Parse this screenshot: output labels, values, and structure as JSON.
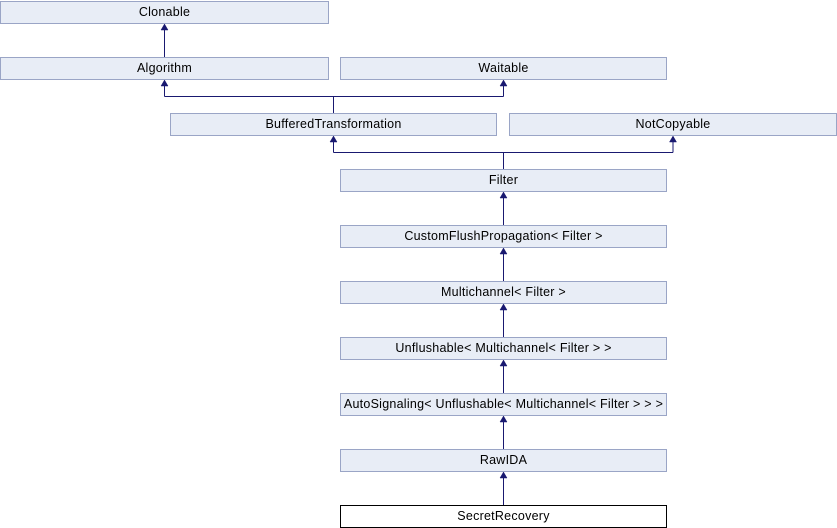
{
  "diagram": {
    "type": "class-inheritance-diagram",
    "root_class": "SecretRecovery",
    "colors": {
      "background": "#ffffff",
      "node_fill": "#e8edf6",
      "node_border": "#9aa5c6",
      "edge": "#191970",
      "text": "#000000",
      "active_node_fill": "#ffffff",
      "active_node_border": "#000000"
    },
    "nodes": [
      {
        "label": "Clonable"
      },
      {
        "label": "Algorithm"
      },
      {
        "label": "Waitable"
      },
      {
        "label": "BufferedTransformation"
      },
      {
        "label": "NotCopyable"
      },
      {
        "label": "Filter"
      },
      {
        "label": "CustomFlushPropagation< Filter >"
      },
      {
        "label": "Multichannel< Filter >"
      },
      {
        "label": "Unflushable< Multichannel< Filter > >"
      },
      {
        "label": "AutoSignaling< Unflushable< Multichannel< Filter > > >"
      },
      {
        "label": "RawIDA"
      },
      {
        "label": "SecretRecovery",
        "active": true
      }
    ],
    "edges": [
      {
        "from": "Algorithm",
        "to": "Clonable"
      },
      {
        "from": "BufferedTransformation",
        "to": "Algorithm"
      },
      {
        "from": "BufferedTransformation",
        "to": "Waitable"
      },
      {
        "from": "Filter",
        "to": "BufferedTransformation"
      },
      {
        "from": "Filter",
        "to": "NotCopyable"
      },
      {
        "from": "CustomFlushPropagation< Filter >",
        "to": "Filter"
      },
      {
        "from": "Multichannel< Filter >",
        "to": "CustomFlushPropagation< Filter >"
      },
      {
        "from": "Unflushable< Multichannel< Filter > >",
        "to": "Multichannel< Filter >"
      },
      {
        "from": "AutoSignaling< Unflushable< Multichannel< Filter > > >",
        "to": "Unflushable< Multichannel< Filter > >"
      },
      {
        "from": "RawIDA",
        "to": "AutoSignaling< Unflushable< Multichannel< Filter > > >"
      },
      {
        "from": "SecretRecovery",
        "to": "RawIDA"
      }
    ]
  }
}
